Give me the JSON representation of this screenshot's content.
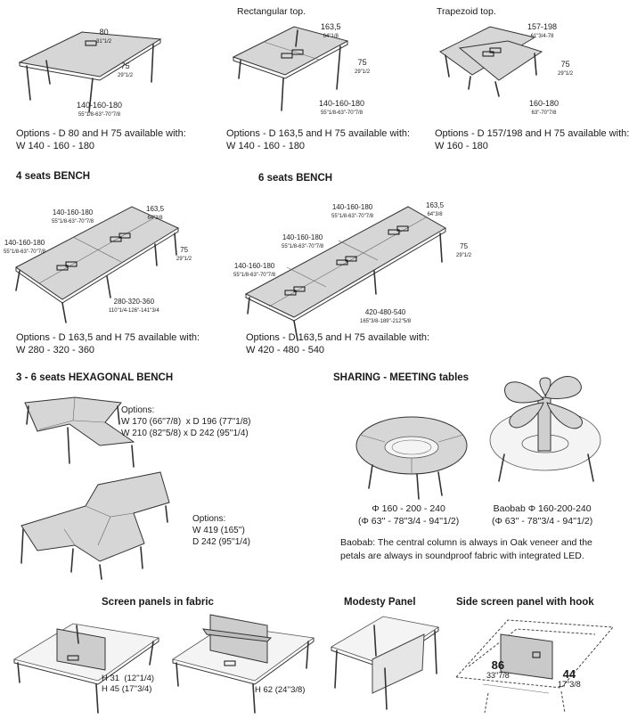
{
  "top": {
    "col1": {
      "dim_w": "80",
      "dim_w_in": "31\"1/2",
      "dim_h": "75",
      "dim_h_in": "29\"1/2",
      "dim_l": "140-160-180",
      "dim_l_in": "55\"1/8-63\"-70\"7/8",
      "options_1": "Options - D 80 and H 75 available with:",
      "options_2": "W 140 - 160 - 180"
    },
    "col2": {
      "title": "Rectangular top.",
      "dim_w": "163,5",
      "dim_w_in": "64\"1/8",
      "dim_h": "75",
      "dim_h_in": "29\"1/2",
      "dim_l": "140-160-180",
      "dim_l_in": "55\"1/8-63\"-70\"7/8",
      "options_1": "Options - D 163,5 and H 75 available with:",
      "options_2": "W 140 - 160 - 180"
    },
    "col3": {
      "title": "Trapezoid top.",
      "dim_w": "157-198",
      "dim_w_in": "61\"3/4-78",
      "dim_h": "75",
      "dim_h_in": "29\"1/2",
      "dim_l": "160-180",
      "dim_l_in": "63\"-70\"7/8",
      "options_1": "Options - D 157/198 and H 75 available with:",
      "options_2": "W 160 - 180"
    }
  },
  "bench4": {
    "title": "4 seats BENCH",
    "dim_l1": "140-160-180",
    "dim_l1_in": "55\"1/8-63\"-70\"7/8",
    "dim_l2": "140-160-180",
    "dim_l2_in": "55\"1/8-63\"-70\"7/8",
    "dim_w": "163,5",
    "dim_w_in": "64\"3/8",
    "dim_h": "75",
    "dim_h_in": "29\"1/2",
    "dim_tot": "280-320-360",
    "dim_tot_in": "110\"1/4-126\"-141\"3/4",
    "options_1": "Options - D 163,5 and H 75 available with:",
    "options_2": "W 280 - 320 - 360"
  },
  "bench6": {
    "title": "6 seats BENCH",
    "dim_l1": "140-160-180",
    "dim_l1_in": "55\"1/8-63\"-70\"7/8",
    "dim_l2": "140-160-180",
    "dim_l2_in": "55\"1/8-63\"-70\"7/8",
    "dim_l3": "140-160-180",
    "dim_l3_in": "55\"1/8-63\"-70\"7/8",
    "dim_w": "163,5",
    "dim_w_in": "64\"3/8",
    "dim_h": "75",
    "dim_h_in": "29\"1/2",
    "dim_tot": "420-480-540",
    "dim_tot_in": "165\"3/8-189\"-212\"5/8",
    "options_1": "Options - D 163,5 and H 75 available with:",
    "options_2": "W 420 - 480 - 540"
  },
  "hex": {
    "title": "3 - 6 seats HEXAGONAL BENCH",
    "opt1_title": "Options:",
    "opt1_l1": "W 170 (66''7/8)  x D 196 (77''1/8)",
    "opt1_l2": "W 210 (82''5/8) x D 242 (95''1/4)",
    "opt2_title": "Options:",
    "opt2_l1": "W 419 (165'')",
    "opt2_l2": "D 242 (95''1/4)"
  },
  "sharing": {
    "title": "SHARING - MEETING tables",
    "round_l1": "Φ 160 - 200 - 240",
    "round_l2": "(Φ 63'' - 78''3/4 - 94''1/2)",
    "baobab_l1": "Baobab Φ 160-200-240",
    "baobab_l2": "(Φ 63'' - 78''3/4 - 94''1/2)",
    "note_l1": "Baobab: The central column is always in Oak veneer and the",
    "note_l2": "petals are always in soundproof fabric with integrated LED."
  },
  "screens": {
    "title": "Screen panels in fabric",
    "h1": "H 31  (12''1/4)",
    "h2": "H 45 (17''3/4)",
    "h3": "H 62 (24''3/8)"
  },
  "modesty": {
    "title": "Modesty Panel"
  },
  "side": {
    "title": "Side screen panel with hook",
    "dim_a": "86",
    "dim_a_in": "33\"7/8",
    "dim_b": "44",
    "dim_b_in": "17\"3/8"
  }
}
